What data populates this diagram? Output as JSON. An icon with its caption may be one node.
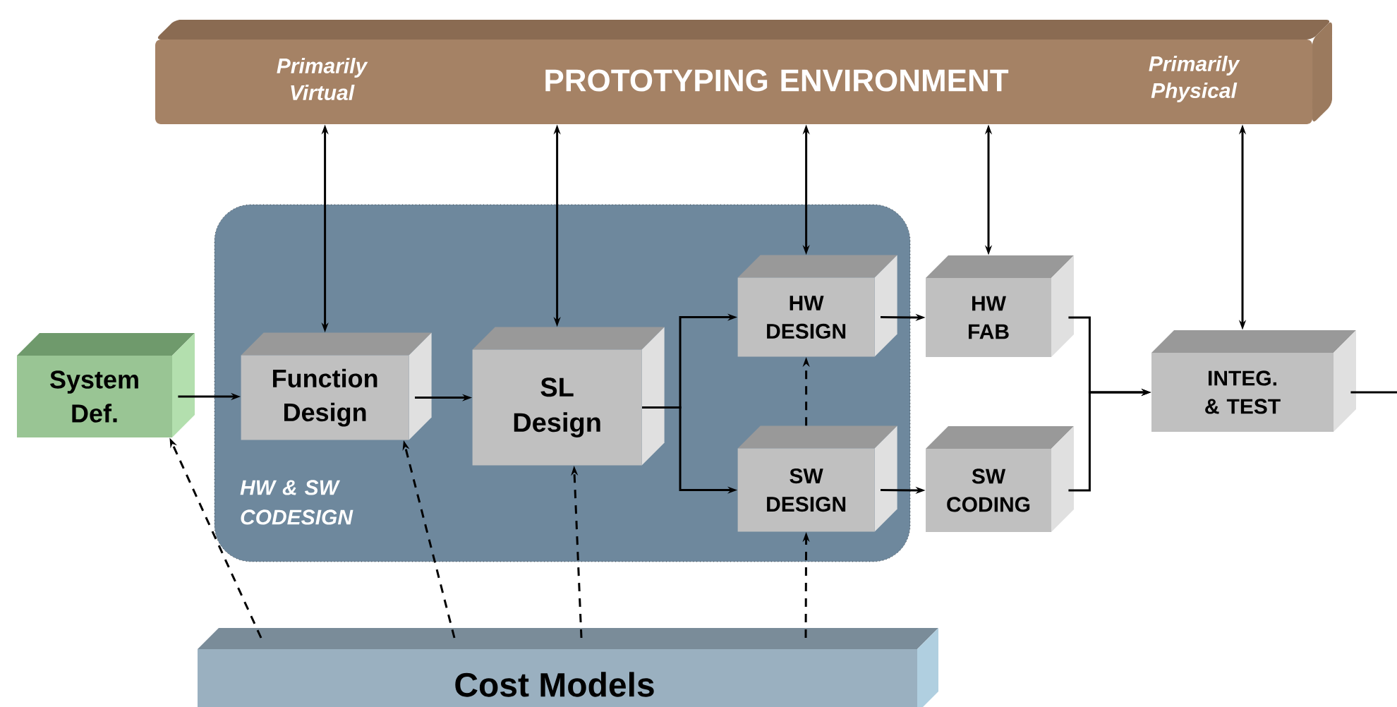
{
  "diagram": {
    "nodes": [
      {
        "text": [
          "Primarily Virtual",
          "PROTOTYPING ENVIRONMENT",
          "Primarily Physical"
        ]
      },
      {
        "text": [
          "HW & SW CODESIGN"
        ]
      },
      {
        "text": [
          "System Def."
        ]
      },
      {
        "text": [
          "Function Design"
        ],
        "in": 1
      },
      {
        "text": [
          "SL Design"
        ],
        "in": 1
      },
      {
        "text": [
          "HW DESIGN"
        ],
        "in": 1
      },
      {
        "text": [
          "SW DESIGN"
        ],
        "in": 1
      },
      {
        "text": [
          "HW FAB"
        ]
      },
      {
        "text": [
          "SW CODING"
        ]
      },
      {
        "text": [
          "INTEG. & TEST"
        ]
      },
      {
        "text": [
          "Cost Models"
        ]
      }
    ],
    "edges": [
      {
        "from": 0,
        "to": 3,
        "arrow": "both"
      },
      {
        "from": 0,
        "to": 4,
        "arrow": "both"
      },
      {
        "from": 0,
        "to": 5,
        "arrow": "both"
      },
      {
        "from": 0,
        "to": 7,
        "arrow": "both"
      },
      {
        "from": 0,
        "to": 9,
        "arrow": "both"
      },
      {
        "from": 2,
        "to": 3,
        "arrow": "to"
      },
      {
        "from": 3,
        "to": 4,
        "arrow": "to"
      },
      {
        "from": 4,
        "to": 5,
        "arrow": "to"
      },
      {
        "from": 4,
        "to": 6,
        "arrow": "to"
      },
      {
        "from": 5,
        "to": 7,
        "arrow": "to"
      },
      {
        "from": 6,
        "to": 8,
        "arrow": "to"
      },
      {
        "from": 7,
        "to": 9,
        "arrow": "to"
      },
      {
        "from": 8,
        "to": 9,
        "arrow": "to"
      },
      {
        "from": 9,
        "to": null,
        "arrow": "none"
      },
      {
        "from": 6,
        "to": 5,
        "arrow": "to",
        "style": "dashed"
      },
      {
        "from": 10,
        "to": 2,
        "arrow": "to",
        "style": "dashed"
      },
      {
        "from": 10,
        "to": 3,
        "arrow": "to",
        "style": "dashed"
      },
      {
        "from": 10,
        "to": 4,
        "arrow": "to",
        "style": "dashed"
      },
      {
        "from": 10,
        "to": 6,
        "arrow": "to",
        "style": "dashed"
      }
    ]
  }
}
